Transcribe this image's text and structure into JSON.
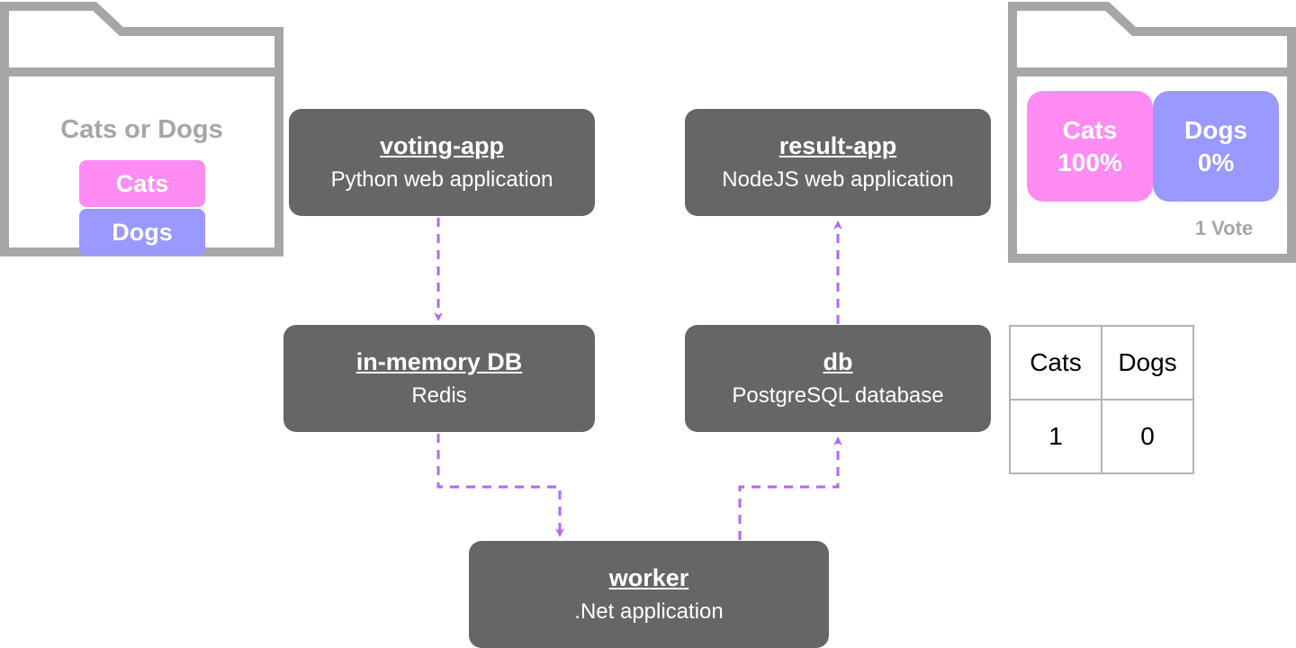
{
  "voting_window": {
    "question": "Cats or Dogs",
    "option_cats": "Cats",
    "option_dogs": "Dogs"
  },
  "result_window": {
    "cats_label": "Cats",
    "cats_percent": "100%",
    "dogs_label": "Dogs",
    "dogs_percent": "0%",
    "vote_count": "1 Vote"
  },
  "nodes": {
    "voting_app": {
      "title": "voting-app",
      "subtitle": "Python web application"
    },
    "result_app": {
      "title": "result-app",
      "subtitle": "NodeJS web application"
    },
    "in_memory_db": {
      "title": "in-memory DB",
      "subtitle": "Redis"
    },
    "db": {
      "title": "db",
      "subtitle": "PostgreSQL database"
    },
    "worker": {
      "title": "worker",
      "subtitle": ".Net application"
    }
  },
  "vote_table": {
    "headers": [
      "Cats",
      "Dogs"
    ],
    "values": [
      "1",
      "0"
    ]
  },
  "colors": {
    "node_fill": "#666666",
    "arrow": "#b266ff",
    "window_frame": "#a6a6a6",
    "cats": "#ff8cf2",
    "dogs": "#9999ff"
  }
}
